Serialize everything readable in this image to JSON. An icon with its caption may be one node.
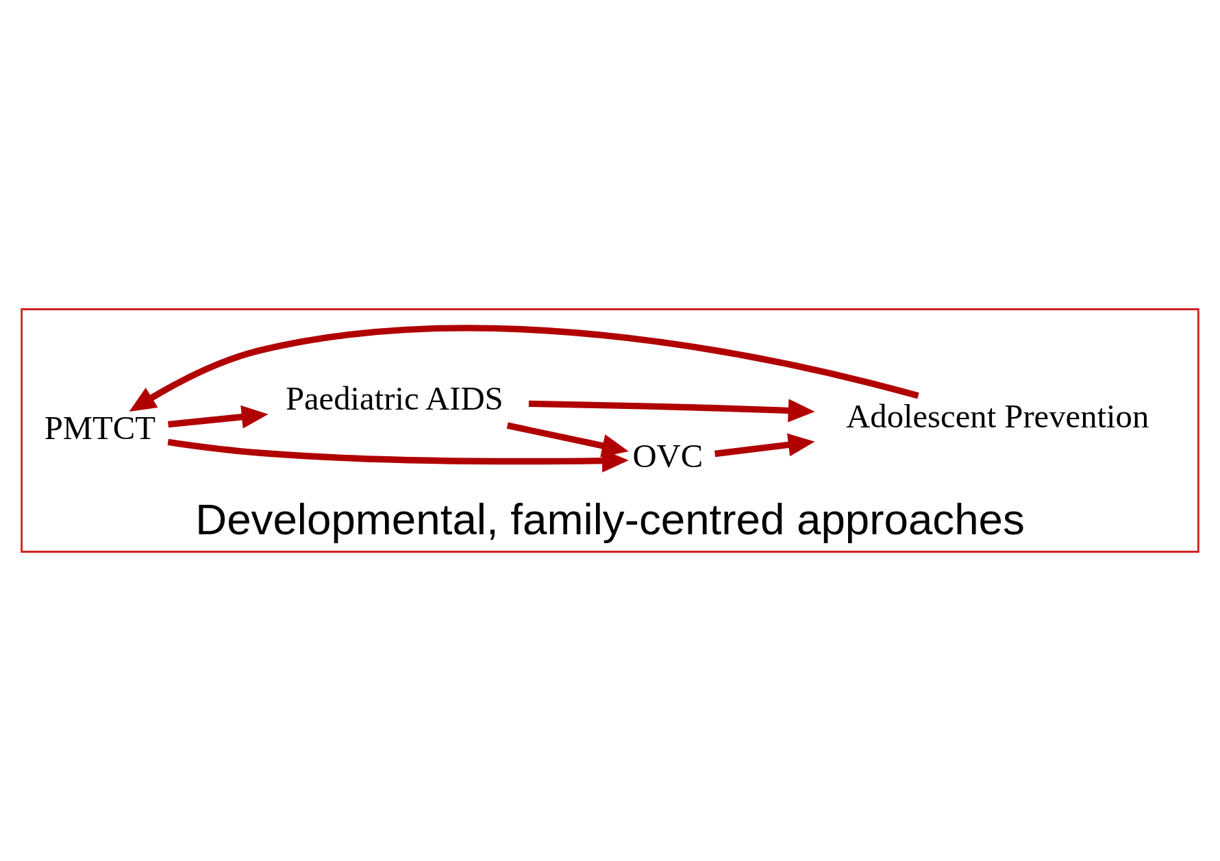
{
  "diagram": {
    "nodes": [
      {
        "text": [
          "Developmental, family-centred approaches"
        ]
      },
      {
        "text": [
          "PMTCT"
        ],
        "in": 0
      },
      {
        "text": [
          "Paediatric AIDS"
        ],
        "in": 0
      },
      {
        "text": [
          "OVC"
        ],
        "in": 0
      },
      {
        "text": [
          "Adolescent Prevention"
        ],
        "in": 0
      }
    ],
    "edges": [
      {
        "from": 4,
        "to": 1,
        "arrow": "to"
      },
      {
        "from": 1,
        "to": 2,
        "arrow": "to"
      },
      {
        "from": 1,
        "to": 3,
        "arrow": "to"
      },
      {
        "from": 2,
        "to": 3,
        "arrow": "to"
      },
      {
        "from": 2,
        "to": 4,
        "arrow": "to"
      },
      {
        "from": 3,
        "to": 4,
        "arrow": "to"
      }
    ]
  }
}
